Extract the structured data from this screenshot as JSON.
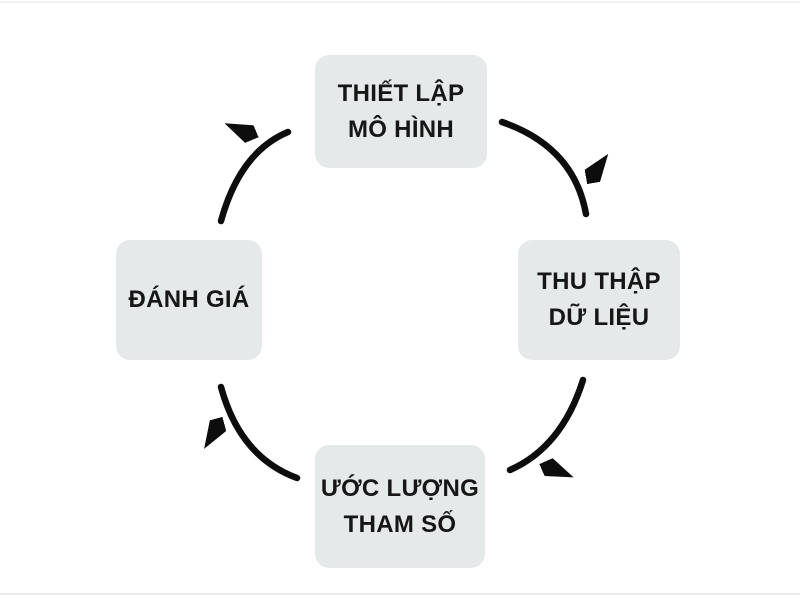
{
  "diagram": {
    "type": "cycle",
    "direction": "clockwise",
    "colors": {
      "background": "#ffffff",
      "node_fill": "#e6e9ea",
      "arrow": "#0d0d0d",
      "text": "#161616"
    },
    "nodes": [
      {
        "id": "thiet-lap-mo-hinh",
        "position": "top",
        "lines": [
          "THIẾT LẬP",
          "MÔ HÌNH"
        ]
      },
      {
        "id": "thu-thap-du-lieu",
        "position": "right",
        "lines": [
          "THU THẬP",
          "DỮ LIỆU"
        ]
      },
      {
        "id": "uoc-luong-tham-so",
        "position": "bottom",
        "lines": [
          "ƯỚC LƯỢNG",
          "THAM SỐ"
        ]
      },
      {
        "id": "danh-gia",
        "position": "left",
        "lines": [
          "ĐÁNH GIÁ"
        ]
      }
    ],
    "edges": [
      {
        "from": "thiet-lap-mo-hinh",
        "to": "thu-thap-du-lieu"
      },
      {
        "from": "thu-thap-du-lieu",
        "to": "uoc-luong-tham-so"
      },
      {
        "from": "uoc-luong-tham-so",
        "to": "danh-gia"
      },
      {
        "from": "danh-gia",
        "to": "thiet-lap-mo-hinh"
      }
    ]
  }
}
